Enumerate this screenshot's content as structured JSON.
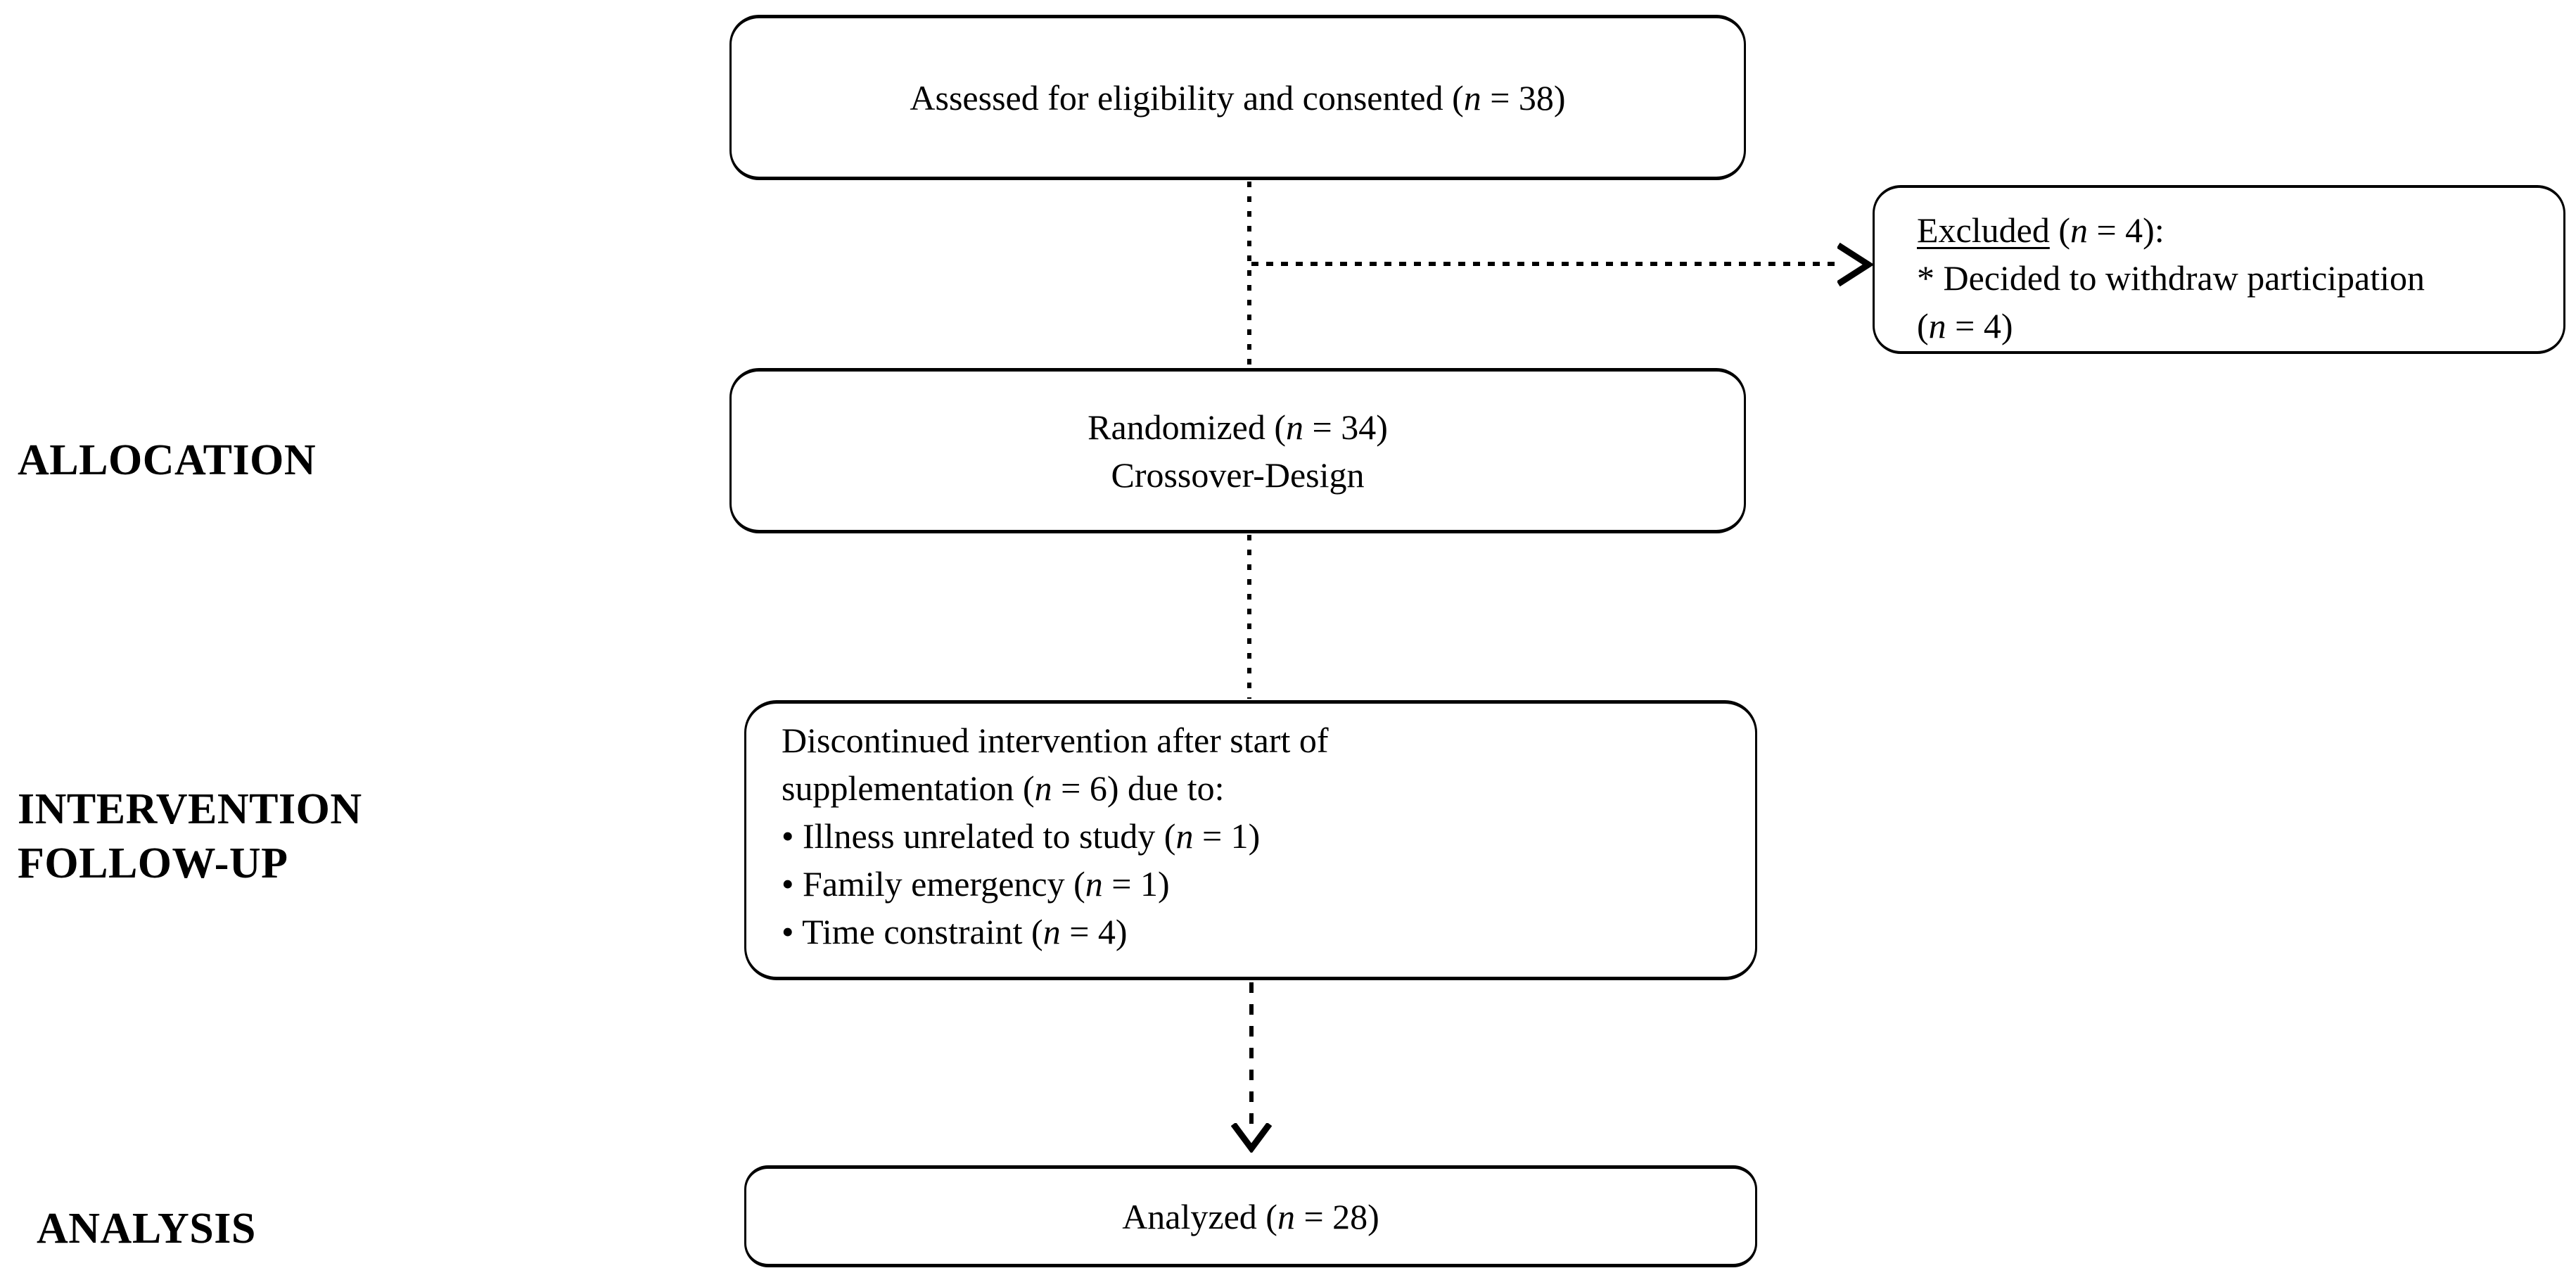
{
  "figure": {
    "background_color": "#ffffff",
    "stroke_color": "#000000",
    "stage_labels": {
      "allocation": "ALLOCATION",
      "intervention_line1": "INTERVENTION",
      "intervention_line2": "FOLLOW-UP",
      "analysis": "ANALYSIS"
    },
    "boxes": {
      "assessed": {
        "text": "Assessed for eligibility and consented (_n_ = 38)"
      },
      "excluded": {
        "heading": "Excluded",
        "heading_rest": " (_n_ = 4):",
        "lines": [
          "* Decided to withdraw participation",
          "(_n_ = 4)"
        ]
      },
      "randomized": {
        "lines": [
          "Randomized (_n_ = 34)",
          "Crossover-Design"
        ]
      },
      "discontinued": {
        "lines": [
          "Discontinued intervention after start of",
          "supplementation (_n_ = 6) due to:",
          "• Illness unrelated to study (_n_ = 1)",
          "• Family emergency (_n_ = 1)",
          "• Time constraint (_n_ = 4)"
        ]
      },
      "analyzed": {
        "text": "Analyzed (_n_ = 28)"
      }
    },
    "counts": {
      "assessed": 38,
      "excluded": 4,
      "withdrew_participation": 4,
      "randomized": 34,
      "discontinued": 6,
      "illness_unrelated": 1,
      "family_emergency": 1,
      "time_constraint": 4,
      "analyzed": 28
    }
  }
}
